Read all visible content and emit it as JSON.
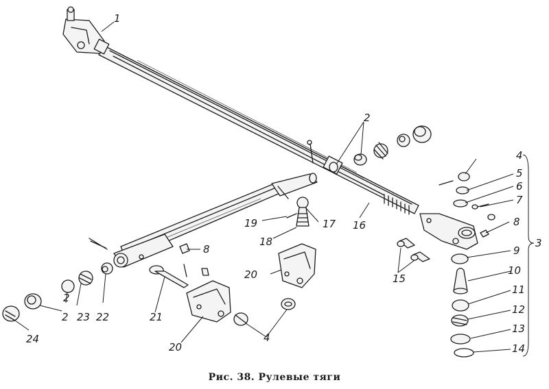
{
  "figure": {
    "caption": "Рис. 38. Рулевые тяги",
    "labels": [
      "1",
      "2",
      "2",
      "2",
      "3",
      "4",
      "4",
      "5",
      "6",
      "7",
      "8",
      "8",
      "9",
      "10",
      "11",
      "12",
      "13",
      "14",
      "15",
      "16",
      "17",
      "18",
      "19",
      "20",
      "20",
      "21",
      "22",
      "23",
      "24"
    ]
  }
}
